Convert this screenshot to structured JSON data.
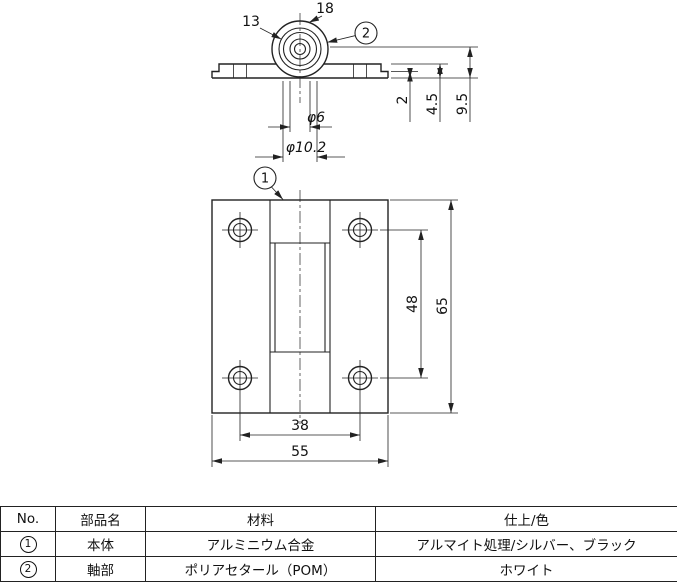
{
  "drawing": {
    "top_view": {
      "balloon": "2",
      "dim_width_13": "13",
      "dim_width_18": "18",
      "dim_thickness_2": "2",
      "dim_height_4_5": "4.5",
      "dim_height_9_5": "9.5",
      "dim_dia_6": "φ6",
      "dim_dia_10_2": "φ10.2"
    },
    "front_view": {
      "balloon": "1",
      "dim_hole_span_v": "48",
      "dim_height": "65",
      "dim_hole_span_h": "38",
      "dim_width": "55"
    }
  },
  "table": {
    "headers": [
      "No.",
      "部品名",
      "材料",
      "仕上/色"
    ],
    "rows": [
      {
        "no": "1",
        "part_name": "本体",
        "material": "アルミニウム合金",
        "finish": "アルマイト処理/シルバー、ブラック"
      },
      {
        "no": "2",
        "part_name": "軸部",
        "material": "ポリアセタール（POM）",
        "finish": "ホワイト"
      }
    ]
  }
}
